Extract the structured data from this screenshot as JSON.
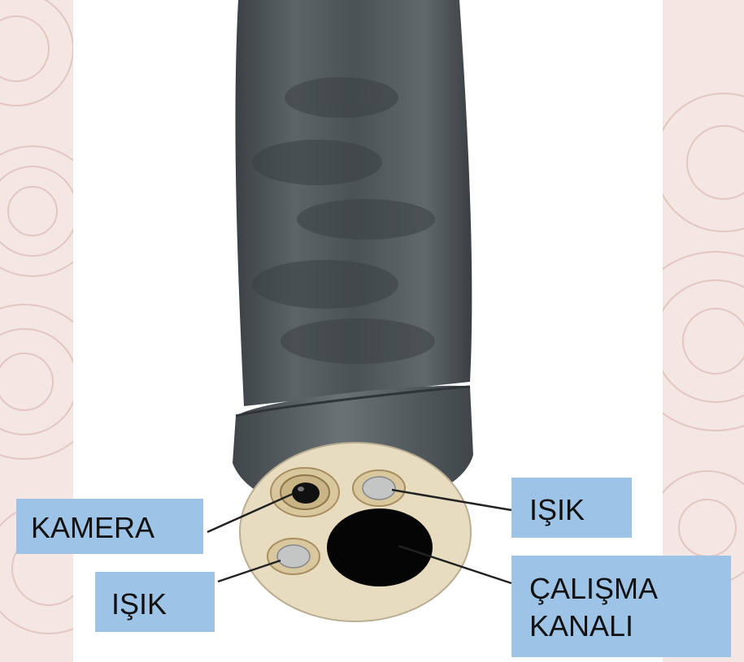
{
  "labels": {
    "camera": "KAMERA",
    "light_top": "IŞIK",
    "light_bottom": "IŞIK",
    "working_channel_line1": "ÇALIŞMA",
    "working_channel_line2": "KANALI"
  },
  "colors": {
    "label_fill": "#9dc3e6",
    "scope_body": "#4a5156",
    "scope_face": "#e8dcc0",
    "background": "#f3e6e3"
  }
}
